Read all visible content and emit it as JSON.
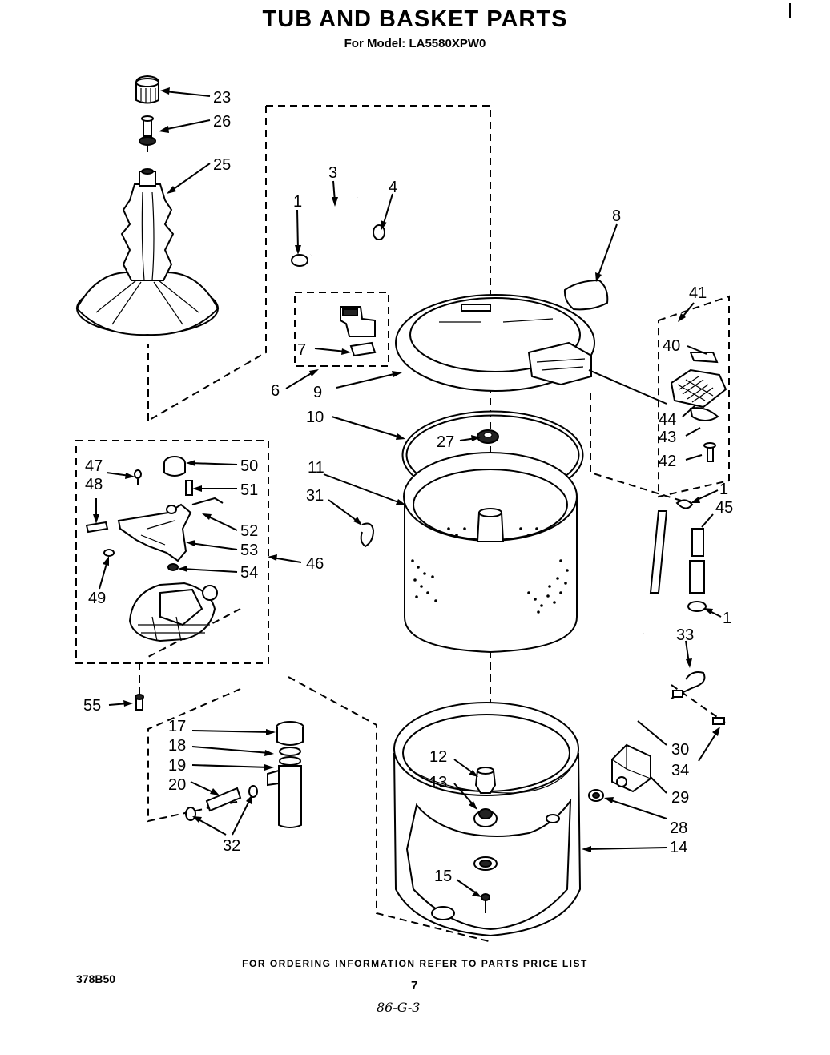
{
  "header": {
    "title": "TUB AND BASKET PARTS",
    "model_line": "For Model: LA5580XPW0"
  },
  "callouts": {
    "c23": "23",
    "c26": "26",
    "c25": "25",
    "c3": "3",
    "c4": "4",
    "c1a": "1",
    "c8": "8",
    "c41": "41",
    "c7": "7",
    "c6": "6",
    "c9": "9",
    "c40": "40",
    "c44": "44",
    "c43": "43",
    "c42": "42",
    "c10": "10",
    "c27": "27",
    "c11": "11",
    "c31": "31",
    "c1b": "1",
    "c45": "45",
    "c1c": "1",
    "c47": "47",
    "c48": "48",
    "c50": "50",
    "c51": "51",
    "c52": "52",
    "c53": "53",
    "c46": "46",
    "c54": "54",
    "c49": "49",
    "c55": "55",
    "c33": "33",
    "c17": "17",
    "c18": "18",
    "c19": "19",
    "c20": "20",
    "c32": "32",
    "c12": "12",
    "c13": "13",
    "c15": "15",
    "c14": "14",
    "c30": "30",
    "c34": "34",
    "c29": "29",
    "c28": "28"
  },
  "footer": {
    "ordering_note": "FOR ORDERING INFORMATION REFER TO PARTS PRICE LIST",
    "doc_number": "378B50",
    "page_number": "7",
    "handwritten_note": "86-G-3"
  }
}
